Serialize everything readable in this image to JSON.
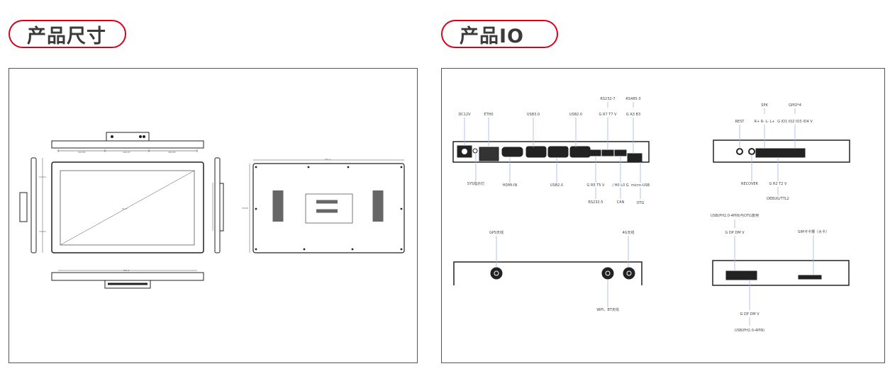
{
  "sections": {
    "dimensions_title": "产品尺寸",
    "io_title": "产品IO"
  },
  "dimensions": {
    "side_seg": "163.83",
    "mid_seg": "164.33",
    "total_width": "521.1",
    "height": "334.8",
    "diagonal": "21.5\""
  },
  "io": {
    "rear": {
      "dc": "DC12V",
      "eth": "ETH0",
      "usb30": "USB3.0",
      "usb20_top": "USB2.0",
      "rs232_7": "RS232-7",
      "rs232_7_pins": "G R7 T7 V",
      "rs485": "RS485-3",
      "rs485_pins": "G A3 B3",
      "sys": "SYS指示灯",
      "hdmi": "HDMI-IN",
      "usb20_bottom": "USB2.0",
      "rs232_5_pins": "G R5 T5 V",
      "rs232_5": "RS232-5",
      "can_pins": "/ H0 L0 G",
      "can": "CAN",
      "otg_usb": "micro-USB",
      "otg": "OTG"
    },
    "side": {
      "rest": "REST",
      "spk": "SPK",
      "spk_pins": "R+ R- L- L+",
      "gpio": "GPIO*4",
      "gpio_pins": "G IO1 IO2 IO3 IO4 V",
      "recover": "RECOVER",
      "debug_pins": "G R2 T2 V",
      "debug": "DEBUG/TTL2"
    },
    "antenna": {
      "gps": "GPS天线",
      "lte": "4G天线",
      "wifi": "WiFi、BT天线"
    },
    "usb_sim": {
      "usb_otg": "USB(PH2.0-4PIN)与OTG复用",
      "usb_otg_pins": "G DP DM V",
      "sim": "SIM卡卡槽（大卡）",
      "usb_pins": "G DP DM V",
      "usb": "USB(PH2.0-4PIN)"
    }
  },
  "colors": {
    "accent": "#d9001b",
    "leader": "#9db8e8"
  }
}
